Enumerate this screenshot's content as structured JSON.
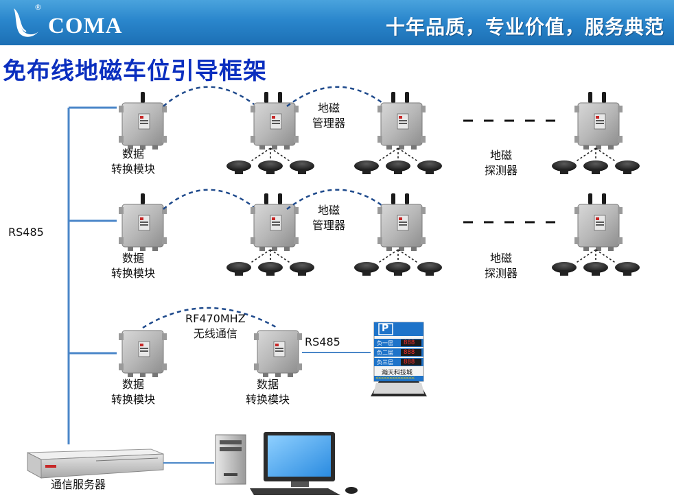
{
  "header": {
    "logo_text": "COMA",
    "logo_reg": "®",
    "slogan": "十年品质，专业价值，服务典范"
  },
  "page_title": "免布线地磁车位引导框架",
  "bus_label": "RS485",
  "labels": {
    "data_line1": "数据",
    "data_line2": "转换模块",
    "mgr_line1": "地磁",
    "mgr_line2": "管理器",
    "det_line1": "地磁",
    "det_line2": "探测器",
    "rf_line1": "RF470MHZ",
    "rf_line2": "无线通信",
    "rs485_link": "RS485",
    "server": "通信服务器"
  },
  "sign": {
    "header_letter": "P",
    "rows": [
      {
        "label": "负一层",
        "value": "888"
      },
      {
        "label": "负二层",
        "value": "888"
      },
      {
        "label": "负三层",
        "value": "888"
      }
    ],
    "footer": "瀚天科技城",
    "arrows": "<<<<<<<<<<<<<<"
  },
  "colors": {
    "bus": "#4a86c8",
    "dash": "#1f4a8c",
    "title": "#0b2fbf"
  }
}
